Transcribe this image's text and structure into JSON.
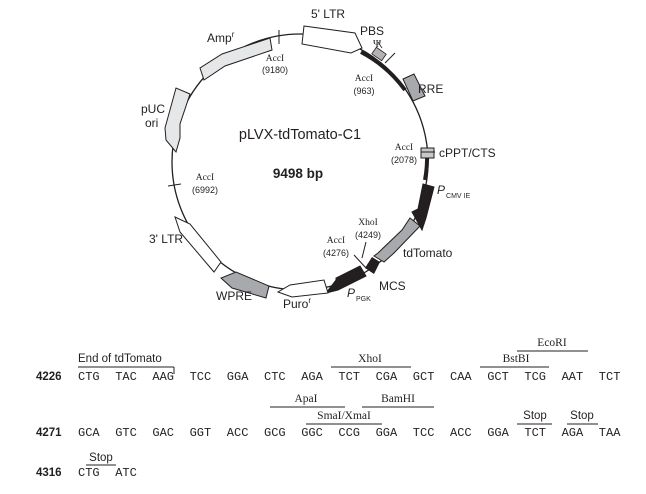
{
  "map": {
    "name": "pLVX-tdTomato-C1",
    "size": "9498 bp",
    "features": {
      "ltr5": "5' LTR",
      "pbs": "PBS",
      "psi": "Ψ",
      "rre": "RRE",
      "cppt": "cPPT/CTS",
      "pcmv_main": "P",
      "pcmv_sub": "CMV IE",
      "tdtomato": "tdTomato",
      "mcs": "MCS",
      "ppgk_main": "P",
      "ppgk_sub": "PGK",
      "puro_main": "Puro",
      "puro_sup": "r",
      "wpre": "WPRE",
      "ltr3": "3' LTR",
      "puc_line1": "pUC",
      "puc_line2": "ori",
      "amp_main": "Amp",
      "amp_sup": "r"
    },
    "sites": [
      {
        "name": "AccI",
        "pos": "(9180)"
      },
      {
        "name": "AccI",
        "pos": "(963)"
      },
      {
        "name": "AccI",
        "pos": "(2078)"
      },
      {
        "name": "XhoI",
        "pos": "(4249)"
      },
      {
        "name": "AccI",
        "pos": "(4276)"
      },
      {
        "name": "AccI",
        "pos": "(6992)"
      }
    ]
  },
  "sequence": {
    "rows": [
      {
        "number": "4226",
        "codons": [
          "CTG",
          "TAC",
          "AAG",
          "TCC",
          "GGA",
          "CTC",
          "AGA",
          "TCT",
          "CGA",
          "GCT",
          "CAA",
          "GCT",
          "TCG",
          "AAT",
          "TCT"
        ]
      },
      {
        "number": "4271",
        "codons": [
          "GCA",
          "GTC",
          "GAC",
          "GGT",
          "ACC",
          "GCG",
          "GGC",
          "CCG",
          "GGA",
          "TCC",
          "ACC",
          "GGA",
          "TCT",
          "AGA",
          "TAA"
        ]
      },
      {
        "number": "4316",
        "codons": [
          "CTG",
          "ATC"
        ]
      }
    ],
    "annotations": {
      "end_tdtomato": "End of tdTomato",
      "xhoi": "XhoI",
      "bstbi": "BstBI",
      "ecori": "EcoRI",
      "apai": "ApaI",
      "bamhi": "BamHI",
      "smai": "SmaI/XmaI",
      "stop1": "Stop",
      "stop2": "Stop",
      "stop3": "Stop"
    }
  }
}
